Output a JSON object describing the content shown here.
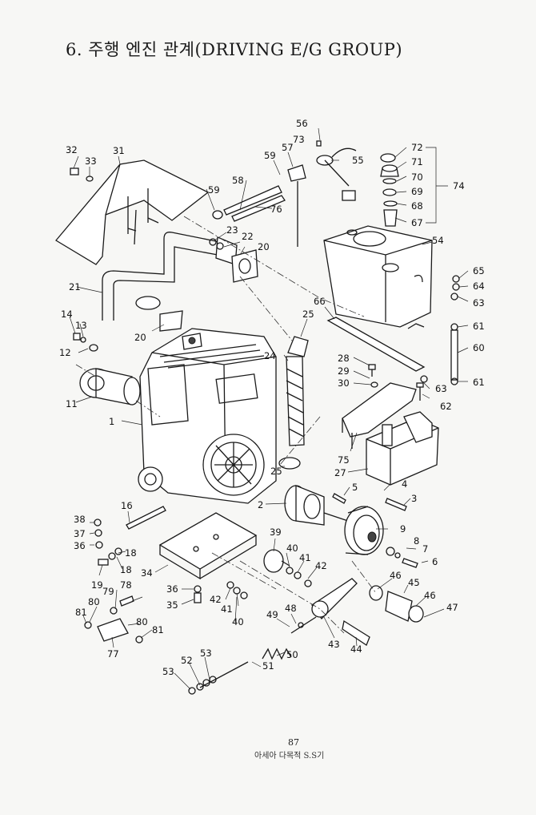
{
  "title": "6. 주행 엔진 관계(DRIVING E/G GROUP)",
  "footer": {
    "page": "87",
    "text": "아세아 다목적 S.S기"
  },
  "labels": {
    "l1": "1",
    "l2": "2",
    "l3": "3",
    "l4": "4",
    "l5": "5",
    "l6": "6",
    "l7": "7",
    "l8": "8",
    "l9": "9",
    "l11": "11",
    "l12": "12",
    "l13": "13",
    "l14": "14",
    "l16": "16",
    "l18a": "18",
    "l18b": "18",
    "l19": "19",
    "l20a": "20",
    "l20b": "20",
    "l21": "21",
    "l22": "22",
    "l23": "23",
    "l24": "24",
    "l25a": "25",
    "l25b": "25",
    "l27": "27",
    "l28": "28",
    "l29": "29",
    "l30": "30",
    "l31": "31",
    "l32": "32",
    "l33": "33",
    "l34": "34",
    "l35": "35",
    "l36a": "36",
    "l36b": "36",
    "l37": "37",
    "l38": "38",
    "l39": "39",
    "l40a": "40",
    "l40b": "40",
    "l41a": "41",
    "l41b": "41",
    "l42a": "42",
    "l42b": "42",
    "l43": "43",
    "l44": "44",
    "l45": "45",
    "l46a": "46",
    "l46b": "46",
    "l47": "47",
    "l48": "48",
    "l49": "49",
    "l50": "50",
    "l51": "51",
    "l52": "52",
    "l53a": "53",
    "l53b": "53",
    "l54": "54",
    "l55": "55",
    "l56": "56",
    "l57": "57",
    "l58": "58",
    "l59a": "59",
    "l59b": "59",
    "l60": "60",
    "l61a": "61",
    "l61b": "61",
    "l62": "62",
    "l63a": "63",
    "l63b": "63",
    "l64": "64",
    "l65": "65",
    "l66": "66",
    "l67": "67",
    "l68": "68",
    "l69": "69",
    "l70": "70",
    "l71": "71",
    "l72": "72",
    "l73": "73",
    "l74": "74",
    "l75": "75",
    "l76": "76",
    "l77": "77",
    "l78": "78",
    "l79": "79",
    "l80a": "80",
    "l80b": "80",
    "l81a": "81",
    "l81b": "81"
  }
}
